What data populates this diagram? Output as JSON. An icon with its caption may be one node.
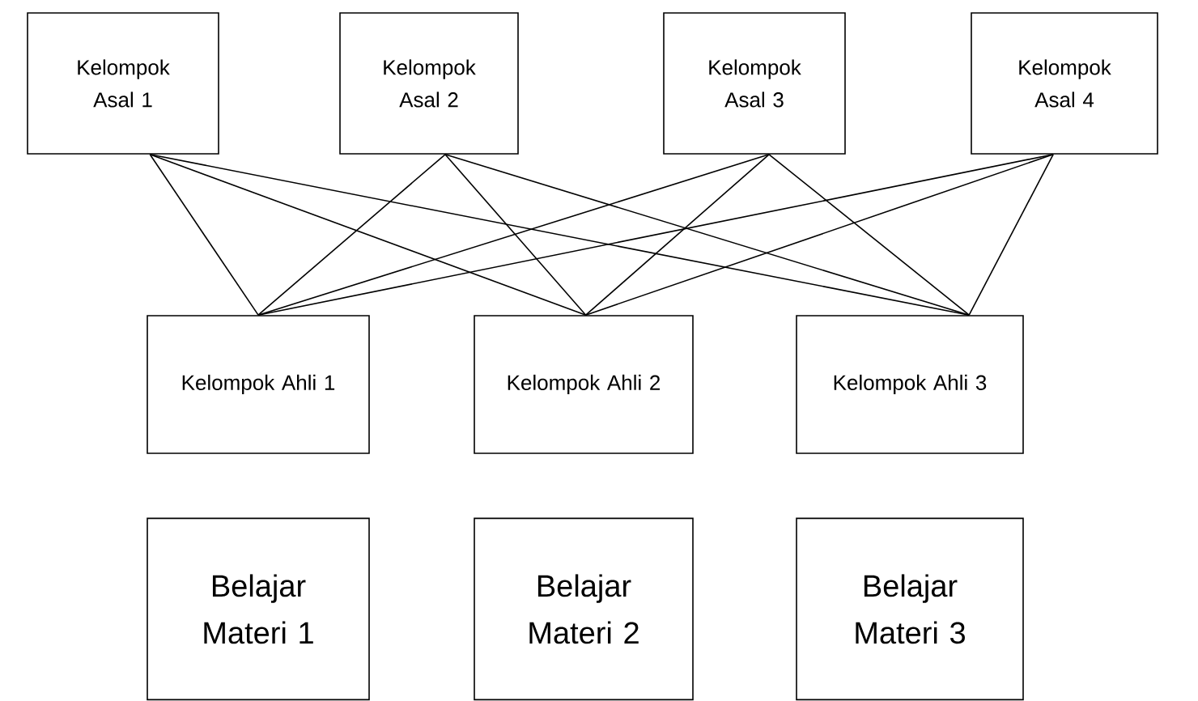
{
  "diagram": {
    "nodes": [
      {
        "text": [
          "Kelompok Asal 1"
        ]
      },
      {
        "text": [
          "Kelompok Asal 2"
        ]
      },
      {
        "text": [
          "Kelompok Asal 3"
        ]
      },
      {
        "text": [
          "Kelompok Asal 4"
        ]
      },
      {
        "text": [
          "Kelompok Ahli 1"
        ]
      },
      {
        "text": [
          "Kelompok Ahli 2"
        ]
      },
      {
        "text": [
          "Kelompok Ahli 3"
        ]
      },
      {
        "text": [
          "Belajar Materi 1"
        ]
      },
      {
        "text": [
          "Belajar Materi 2"
        ]
      },
      {
        "text": [
          "Belajar Materi 3"
        ]
      }
    ],
    "edges": [
      {
        "from": 0,
        "to": 4,
        "arrow": "none"
      },
      {
        "from": 0,
        "to": 5,
        "arrow": "none"
      },
      {
        "from": 0,
        "to": 6,
        "arrow": "none"
      },
      {
        "from": 1,
        "to": 4,
        "arrow": "none"
      },
      {
        "from": 1,
        "to": 5,
        "arrow": "none"
      },
      {
        "from": 1,
        "to": 6,
        "arrow": "none"
      },
      {
        "from": 2,
        "to": 4,
        "arrow": "none"
      },
      {
        "from": 2,
        "to": 5,
        "arrow": "none"
      },
      {
        "from": 2,
        "to": 6,
        "arrow": "none"
      },
      {
        "from": 3,
        "to": 4,
        "arrow": "none"
      },
      {
        "from": 3,
        "to": 5,
        "arrow": "none"
      },
      {
        "from": 3,
        "to": 6,
        "arrow": "none"
      }
    ]
  }
}
